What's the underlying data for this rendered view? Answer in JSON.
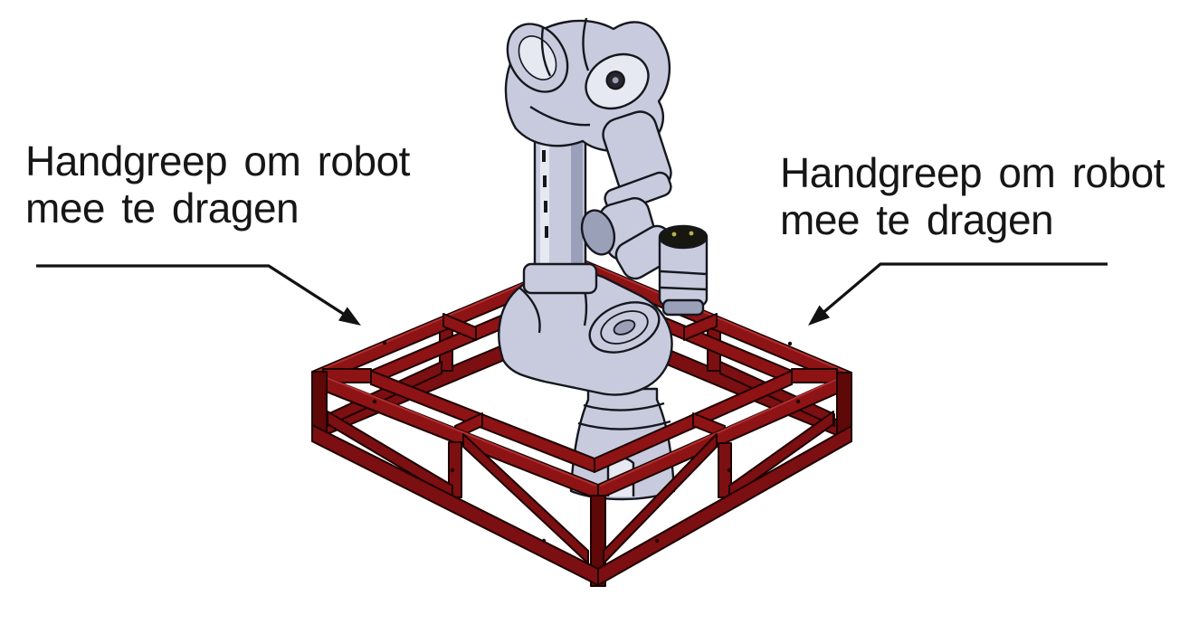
{
  "labels": {
    "left": {
      "line1": "Handgreep om robot",
      "line2": "mee te dragen"
    },
    "right": {
      "line1": "Handgreep om robot",
      "line2": "mee te dragen"
    }
  },
  "icons": {
    "left_arrow": "leader-arrow-down-right",
    "right_arrow": "leader-arrow-down-left"
  },
  "colors": {
    "background": "#ffffff",
    "text": "#161616",
    "arrow": "#121212",
    "frame_face": "#8e1315",
    "frame_mid": "#7c0f11",
    "frame_dark": "#5e0808",
    "frame_outline": "#1d0202",
    "frame_highlight": "#b03030",
    "robot_body": "#c7cbdd",
    "robot_light": "#e6e8f2",
    "robot_shade": "#9aa0b8",
    "robot_outline": "#16161e",
    "tool_flange_dark": "#17170f",
    "flange_dot": "#b9b24e"
  }
}
